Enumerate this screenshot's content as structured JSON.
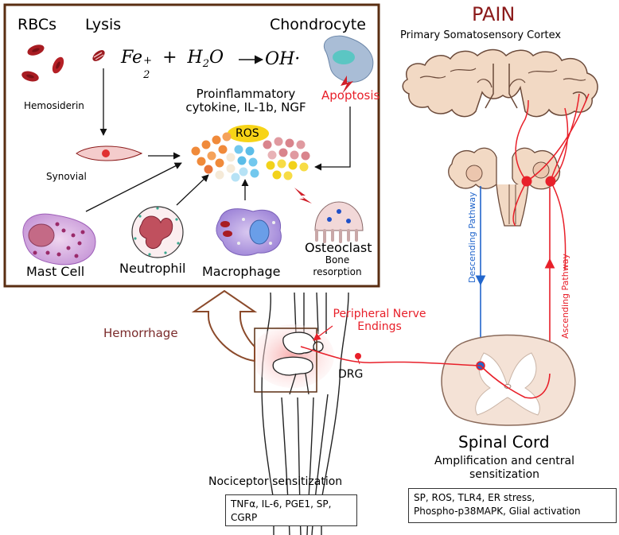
{
  "inflammation_panel": {
    "rbcs": "RBCs",
    "lysis": "Lysis",
    "chondrocyte": "Chondrocyte",
    "equation": {
      "fe": "Fe",
      "fe_sup": "+",
      "fe_sub": "2",
      "plus": "+",
      "h2o": "H",
      "h2o_sub": "2",
      "h2o_o": "O",
      "oh": "OH·"
    },
    "hemosiderin": "Hemosiderin",
    "synovial": "Synovial",
    "proinflammatory_line1": "Proinflammatory",
    "proinflammatory_line2": "cytokine, IL-1b, NGF",
    "apoptosis": "Apoptosis",
    "ros": "ROS",
    "mast_cell": "Mast Cell",
    "neutrophil": "Neutrophil",
    "macrophage": "Macrophage",
    "osteoclast": "Osteoclast",
    "bone_resorption_line1": "Bone",
    "bone_resorption_line2": "resorption"
  },
  "brain": {
    "pain": "PAIN",
    "cortex": "Primary Somatosensory Cortex",
    "descending": "Descending Pathway",
    "ascending": "Ascending Pathway"
  },
  "periphery": {
    "hemorrhage": "Hemorrhage",
    "nerve_endings_line1": "Peripheral Nerve",
    "nerve_endings_line2": "Endings",
    "drg": "DRG",
    "nociceptor": "Nociceptor sensitization",
    "nociceptor_box_line1": "TNFα, IL-6, PGE1, SP,",
    "nociceptor_box_line2": "CGRP"
  },
  "spinal": {
    "title": "Spinal Cord",
    "subtitle_line1": "Amplification and central",
    "subtitle_line2": "sensitization",
    "box_line1": "SP, ROS, TLR4,  ER stress,",
    "box_line2": "Phospho-p38MAPK, Glial activation"
  },
  "colors": {
    "panel_border": "#5a2e12",
    "dark_red": "#8b1a1a",
    "red": "#e8202a",
    "blue": "#2266cc",
    "brain_fill": "#f2d9c4",
    "brain_stroke": "#6b4a3a",
    "ros_yellow": "#f7d417",
    "brown_arrow": "#8b4a2b"
  }
}
